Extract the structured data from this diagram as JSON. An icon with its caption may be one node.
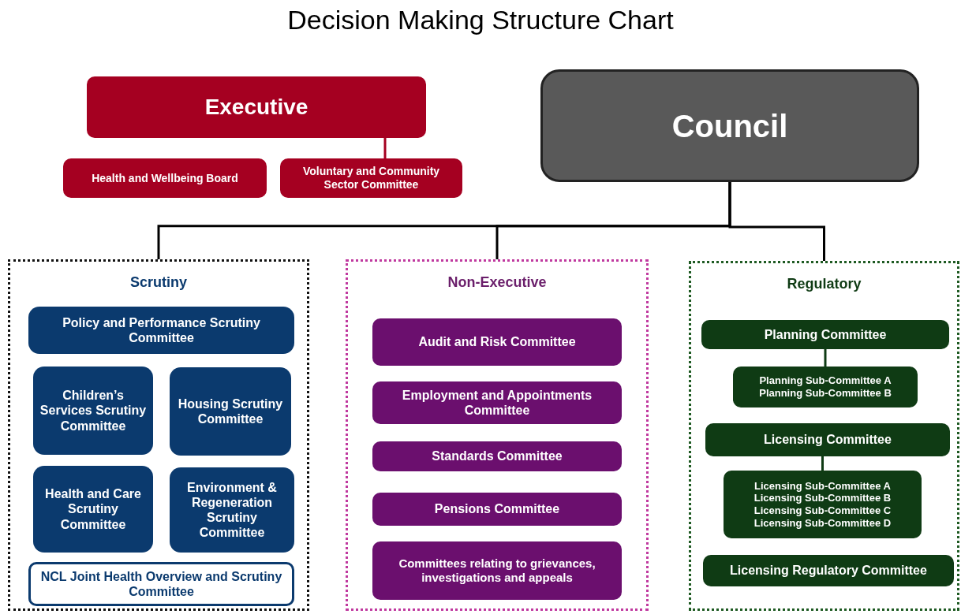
{
  "diagram": {
    "title": "Decision Making Structure Chart",
    "nodes": [
      {
        "text": [
          "Executive"
        ]
      },
      {
        "text": [
          "Health and Wellbeing Board"
        ]
      },
      {
        "text": [
          "Voluntary and Community Sector Committee"
        ]
      },
      {
        "text": [
          "Council"
        ]
      },
      {
        "text": [
          "Scrutiny"
        ]
      },
      {
        "text": [
          "Policy and Performance Scrutiny Committee"
        ],
        "in": 4
      },
      {
        "text": [
          "Children’s Services Scrutiny Committee"
        ],
        "in": 4
      },
      {
        "text": [
          "Housing Scrutiny Committee"
        ],
        "in": 4
      },
      {
        "text": [
          "Health and Care Scrutiny Committee"
        ],
        "in": 4
      },
      {
        "text": [
          "Environment & Regeneration Scrutiny Committee"
        ],
        "in": 4
      },
      {
        "text": [
          "NCL Joint Health Overview and Scrutiny Committee"
        ],
        "in": 4
      },
      {
        "text": [
          "Non-Executive"
        ]
      },
      {
        "text": [
          "Audit and Risk Committee"
        ],
        "in": 11
      },
      {
        "text": [
          "Employment and Appointments Committee"
        ],
        "in": 11
      },
      {
        "text": [
          "Standards Committee"
        ],
        "in": 11
      },
      {
        "text": [
          "Pensions Committee"
        ],
        "in": 11
      },
      {
        "text": [
          "Committees relating to grievances, investigations and appeals"
        ],
        "in": 11
      },
      {
        "text": [
          "Regulatory"
        ]
      },
      {
        "text": [
          "Planning Committee"
        ],
        "in": 17
      },
      {
        "text": [
          "Planning Sub-Committee A",
          "Planning Sub-Committee B"
        ],
        "in": 17
      },
      {
        "text": [
          "Licensing Committee"
        ],
        "in": 17
      },
      {
        "text": [
          "Licensing Sub-Committee A",
          "Licensing Sub-Committee B",
          "Licensing Sub-Committee C",
          "Licensing Sub-Committee D"
        ],
        "in": 17
      },
      {
        "text": [
          "Licensing Regulatory Committee"
        ],
        "in": 17
      }
    ],
    "edges": [
      {
        "from": 0,
        "to": 2,
        "arrow": "none",
        "color": "#a50021"
      },
      {
        "from": 3,
        "to": 4,
        "arrow": "none"
      },
      {
        "from": 3,
        "to": 11,
        "arrow": "none"
      },
      {
        "from": 3,
        "to": 17,
        "arrow": "none"
      },
      {
        "from": 18,
        "to": 19,
        "arrow": "none",
        "color": "#0f3b14"
      },
      {
        "from": 20,
        "to": 21,
        "arrow": "none",
        "color": "#0f3b14"
      }
    ]
  }
}
